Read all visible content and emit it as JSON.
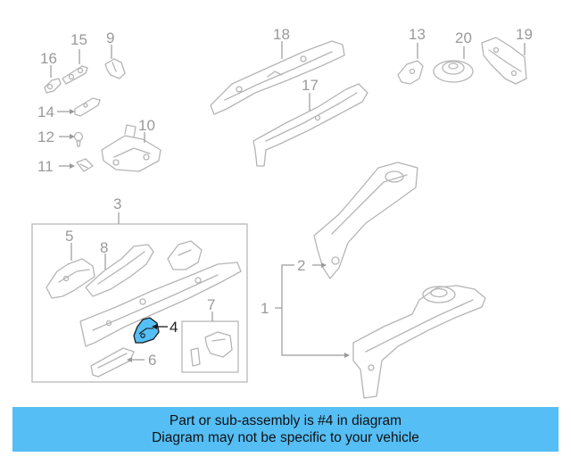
{
  "diagram": {
    "callouts": [
      "1",
      "2",
      "3",
      "4",
      "5",
      "6",
      "7",
      "8",
      "9",
      "10",
      "11",
      "12",
      "13",
      "14",
      "15",
      "16",
      "17",
      "18",
      "19",
      "20"
    ],
    "highlighted_part": "4",
    "highlight_color": "#55bef5",
    "line_color": "#b5b5b5"
  },
  "banner": {
    "line1": "Part or sub-assembly is #4 in diagram",
    "line2": "Diagram may not be specific to your vehicle",
    "background": "#55bef5"
  }
}
